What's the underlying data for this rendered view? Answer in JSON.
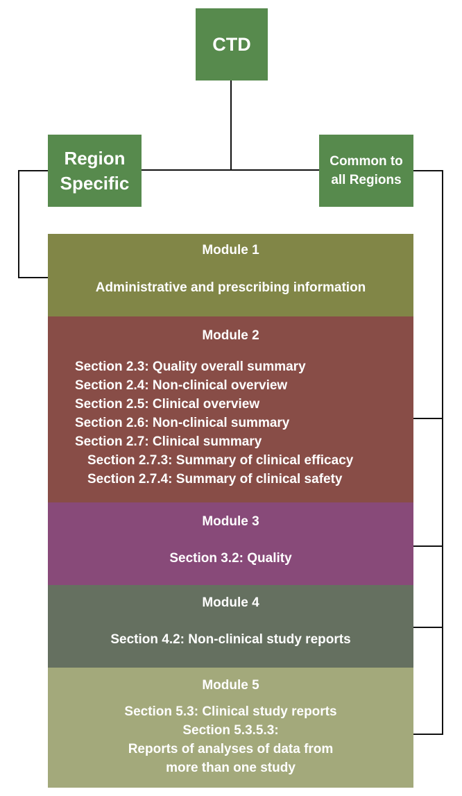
{
  "colors": {
    "header_green": "#578a4d",
    "module1": "#818647",
    "module2": "#884d47",
    "module3": "#884a79",
    "module4": "#657060",
    "module5": "#a3a97b",
    "connector": "#111111"
  },
  "header": {
    "ctd": "CTD",
    "region_specific_line1": "Region",
    "region_specific_line2": "Specific",
    "common_line1": "Common to",
    "common_line2": "all Regions"
  },
  "modules": [
    {
      "title": "Module 1",
      "lines": [
        "Administrative and prescribing information"
      ]
    },
    {
      "title": "Module 2",
      "lines": [
        "Section 2.3: Quality overall summary",
        "Section 2.4: Non-clinical overview",
        "Section 2.5: Clinical overview",
        "Section 2.6: Non-clinical summary",
        "Section 2.7: Clinical summary",
        "Section 2.7.3: Summary of clinical efficacy",
        "Section 2.7.4: Summary of clinical safety"
      ]
    },
    {
      "title": "Module 3",
      "lines": [
        "Section 3.2: Quality"
      ]
    },
    {
      "title": "Module 4",
      "lines": [
        "Section 4.2: Non-clinical study reports"
      ]
    },
    {
      "title": "Module 5",
      "lines": [
        "Section 5.3: Clinical study reports",
        "Section 5.3.5.3:",
        "Reports of analyses of data from",
        "more than one study"
      ]
    }
  ]
}
